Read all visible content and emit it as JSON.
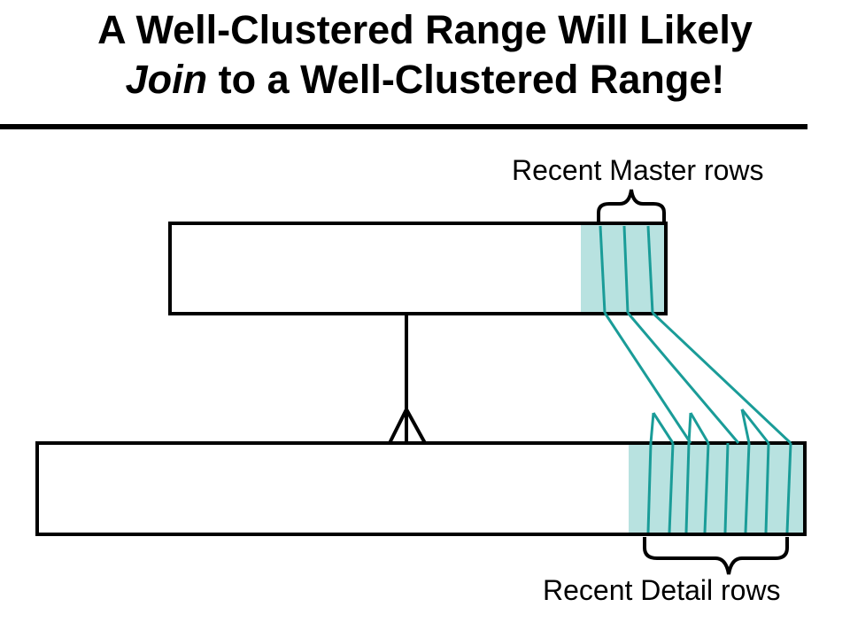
{
  "title": {
    "line1": "A Well-Clustered Range Will Likely",
    "line2_italic": "Join",
    "line2_rest": " to a Well-Clustered Range!"
  },
  "labels": {
    "master": "Recent Master rows",
    "detail": "Recent Detail rows"
  },
  "colors": {
    "highlight_fill": "#b8e2e0",
    "link_teal": "#1a9c98",
    "outline": "#000000"
  }
}
